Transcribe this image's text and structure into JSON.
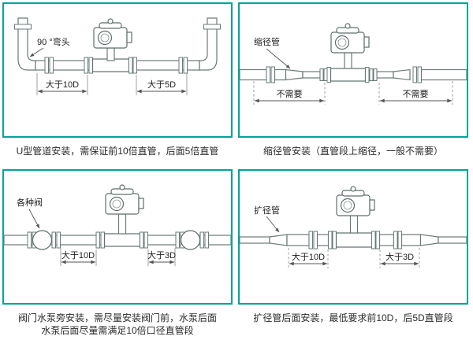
{
  "theme": {
    "accent_border": "#00A39A",
    "drawing_line": "#6a7a78",
    "caption_text": "#2b2b2b"
  },
  "panels": [
    {
      "callout": "90 °弯头",
      "dim_left": "大于10D",
      "dim_right": "大于5D",
      "caption": [
        "U型管道安装，需保证前10倍直管，后面5倍直管"
      ]
    },
    {
      "callout": "缩径管",
      "dim_left": "不需要",
      "dim_right": "不需要",
      "caption": [
        "缩径管安装（直管段上缩径，一般不需要）"
      ]
    },
    {
      "callout": "各种阀",
      "dim_left": "大于10D",
      "dim_right": "大于3D",
      "caption": [
        "阀门水泵旁安装，需尽量安装阀门前，水泵后面",
        "水泵后面尽量需满足10倍口径直管段"
      ]
    },
    {
      "callout": "扩径管",
      "dim_left": "大于10D",
      "dim_right": "大于3D",
      "caption": [
        "扩径管后面安装，最低要求前10D，后5D直管段"
      ]
    }
  ]
}
